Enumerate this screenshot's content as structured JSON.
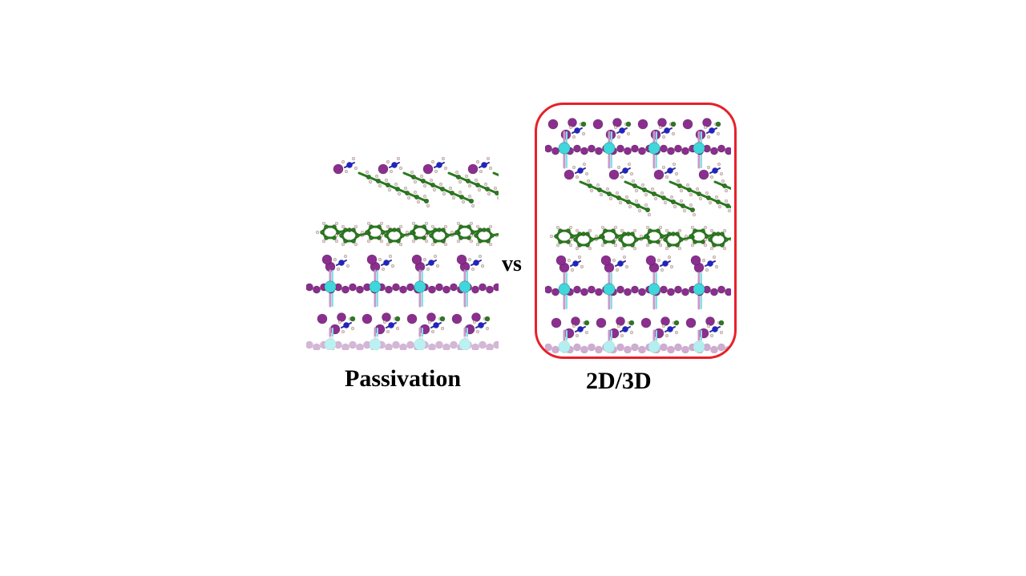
{
  "labels": {
    "left_caption": "Passivation",
    "vs": "vs",
    "right_caption": "2D/3D"
  },
  "colors": {
    "lead_atom": "#3fd6dc",
    "halide_atom": "#8b2e8f",
    "carbon_atom": "#2b7a1f",
    "nitrogen_atom": "#1f23c8",
    "hydrogen_atom": "#f1d7d2",
    "bond_cyan": "#7fe3e7",
    "bond_magenta": "#c59ac9",
    "highlight_frame": "#e8202a"
  },
  "panels": [
    {
      "name": "passivation",
      "layers_top_to_bottom": [
        "ammonium-heads",
        "tilted-organic-chains",
        "aromatic-rings",
        "ammonium-heads",
        "lead-halide-octahedra",
        "organic-cations",
        "lead-halide-octahedra"
      ]
    },
    {
      "name": "2d-3d",
      "layers_top_to_bottom": [
        "organic-cations",
        "lead-halide-octahedra",
        "ammonium-heads",
        "tilted-organic-chains",
        "aromatic-rings",
        "ammonium-heads",
        "lead-halide-octahedra",
        "organic-cations",
        "lead-halide-octahedra"
      ]
    }
  ]
}
